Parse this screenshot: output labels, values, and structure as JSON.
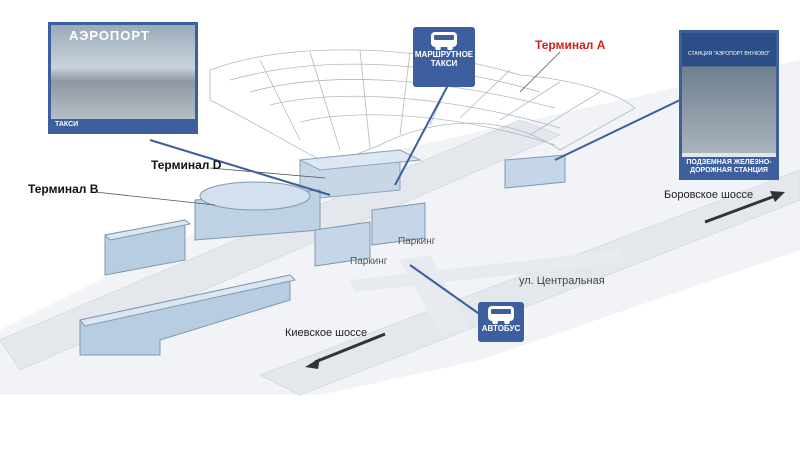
{
  "terminals": {
    "a": "Терминал А",
    "b": "Терминал B",
    "d": "Терминал D"
  },
  "photos": {
    "taxi": {
      "sign": "АЭРОПОРТ",
      "caption": "ТАКСИ"
    },
    "station": {
      "sign": "СТАНЦИЯ \"АЭРОПОРТ ВНУКОВО\"",
      "caption": "ПОДЗЕМНАЯ ЖЕЛЕЗНО-ДОРОЖНАЯ СТАНЦИЯ"
    }
  },
  "transport": {
    "shuttle_taxi": "МАРШРУТНОЕ ТАКСИ",
    "bus": "АВТОБУС"
  },
  "roads": {
    "borovskoe": "Боровское шоссе",
    "kievskoe": "Киевское шоссе",
    "central": "ул. Центральная"
  },
  "parking": {
    "p1": "Паркинг",
    "p2": "Паркинг"
  },
  "colors": {
    "accent": "#3d5f9e",
    "terminal_a": "#d6201a",
    "building_glass": "#b9cfe3",
    "road": "#e9edf1"
  }
}
